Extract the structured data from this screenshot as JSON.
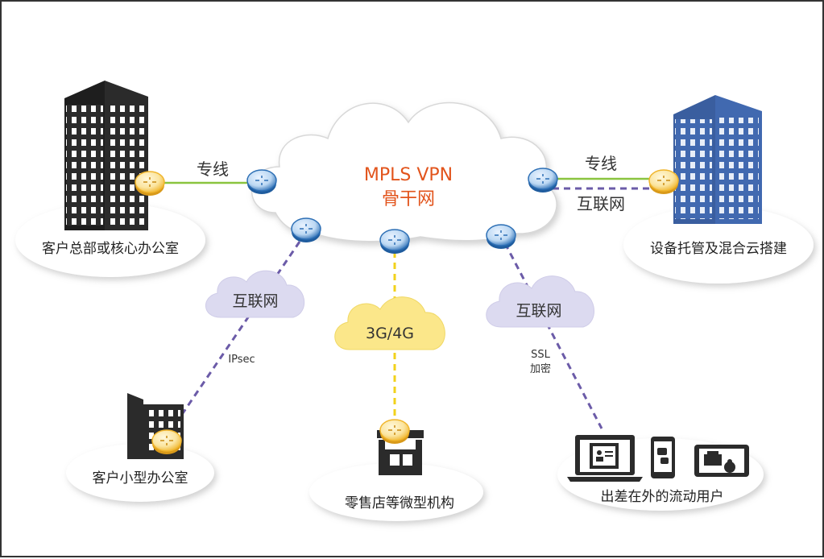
{
  "core": {
    "title_line1": "MPLS VPN",
    "title_line2": "骨干网",
    "title_color": "#e2541c"
  },
  "sites": {
    "hq": {
      "label": "客户总部或核心办公室",
      "link_label": "专线"
    },
    "dc": {
      "label": "设备托管及混合云搭建",
      "link_label": "专线",
      "backup_label": "互联网"
    },
    "small_office": {
      "label": "客户小型办公室",
      "cloud_label": "互联网",
      "tunnel_label": "IPsec"
    },
    "retail": {
      "label": "零售店等微型机构",
      "cloud_label": "3G/4G"
    },
    "mobile": {
      "label": "出差在外的流动用户",
      "cloud_label": "互联网",
      "tunnel_label_line1": "SSL",
      "tunnel_label_line2": "加密"
    }
  },
  "colors": {
    "line_green": "#8ac43f",
    "line_purple": "#6b5ba8",
    "line_yellow": "#f2d21b",
    "building_dark": "#2b2b2b",
    "building_blue": "#4169b0",
    "cloud_purple": "#dcdaf0",
    "cloud_yellow": "#fbe78a",
    "router_blue": "#2d6fb5",
    "router_yellow": "#f4c23a"
  },
  "icons": [
    "router-icon",
    "building-icon",
    "store-icon",
    "laptop-icon",
    "phone-icon",
    "tablet-icon"
  ]
}
